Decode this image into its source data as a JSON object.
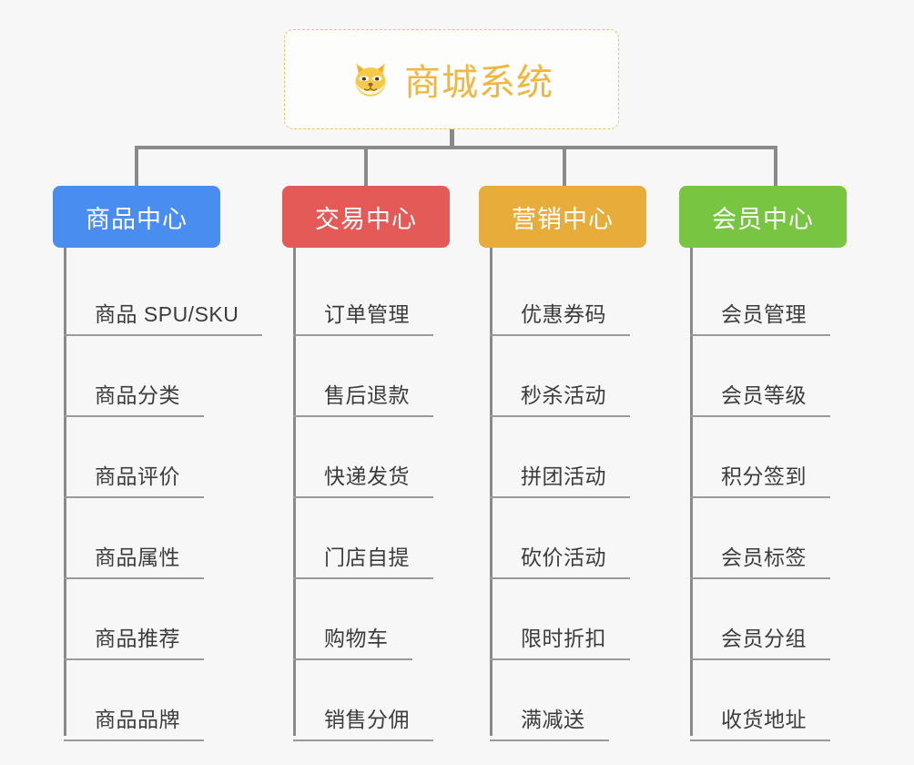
{
  "root": {
    "title": "商城系统",
    "icon": "shiba-dog-emoji",
    "border_color": "#eec169",
    "text_color": "#f0b63f"
  },
  "connector_color": "#8a8a8a",
  "background_color": "#f7f7f7",
  "columns": [
    {
      "title": "商品中心",
      "color": "#4a8df0",
      "items": [
        "商品 SPU/SKU",
        "商品分类",
        "商品评价",
        "商品属性",
        "商品推荐",
        "商品品牌"
      ]
    },
    {
      "title": "交易中心",
      "color": "#e35a57",
      "items": [
        "订单管理",
        "售后退款",
        "快递发货",
        "门店自提",
        "购物车",
        "销售分佣"
      ]
    },
    {
      "title": "营销中心",
      "color": "#e8ac3b",
      "items": [
        "优惠券码",
        "秒杀活动",
        "拼团活动",
        "砍价活动",
        "限时折扣",
        "满减送"
      ]
    },
    {
      "title": "会员中心",
      "color": "#77c540",
      "items": [
        "会员管理",
        "会员等级",
        "积分签到",
        "会员标签",
        "会员分组",
        "收货地址"
      ]
    }
  ]
}
